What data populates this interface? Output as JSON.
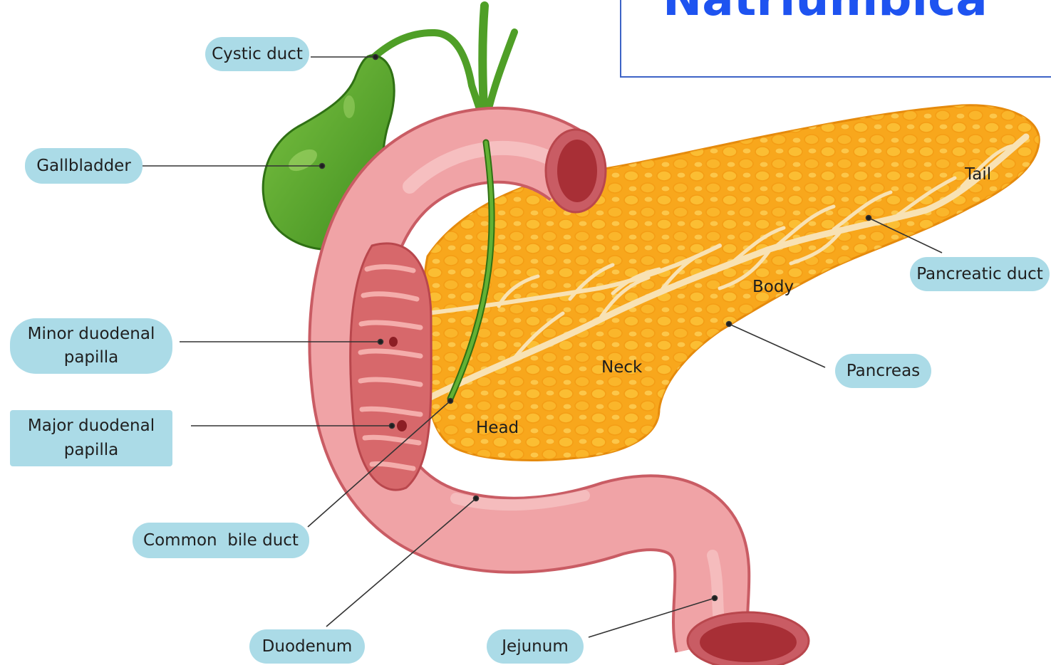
{
  "header": {
    "title": "Natriumbica"
  },
  "callouts": {
    "cystic_duct": "Cystic duct",
    "gallbladder": "Gallbladder",
    "minor_papilla": [
      "Minor duodenal",
      "papilla"
    ],
    "major_papilla": [
      "Major duodenal",
      "papilla"
    ],
    "common_bile_duct": "Common  bile duct",
    "duodenum": "Duodenum",
    "jejunum": "Jejunum",
    "pancreatic_duct": "Pancreatic duct",
    "pancreas": "Pancreas"
  },
  "regions": {
    "tail": "Tail",
    "body": "Body",
    "neck": "Neck",
    "head": "Head"
  },
  "colors": {
    "label_fill": "#abdbe7",
    "pancreas": "#f8a71c",
    "pancreas_light": "#fcc53b",
    "duct": "#f8e2b4",
    "duodenum": "#f0a3a6",
    "duodenum_dark": "#d86a70",
    "gallbladder": "#56a62b",
    "title": "#1e53f0",
    "title_border": "#3d63c6"
  }
}
